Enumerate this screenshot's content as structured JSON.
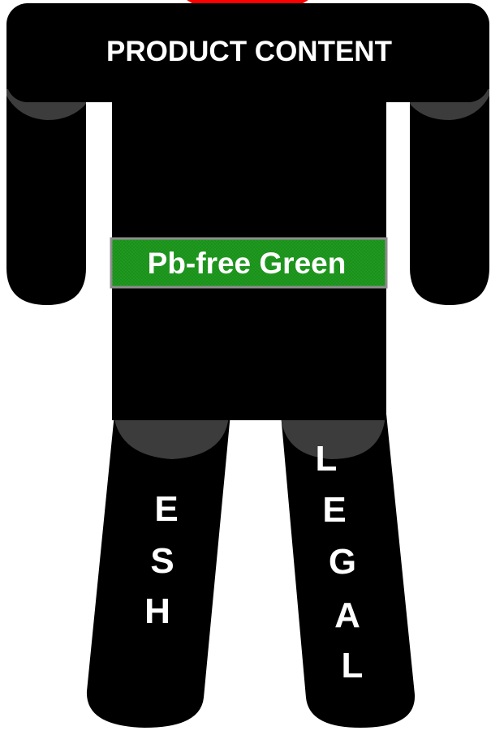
{
  "figure": {
    "shoulders_label": "PRODUCT CONTENT",
    "belt_label": "Pb-free Green",
    "left_leg_label": [
      "E",
      "S",
      "H"
    ],
    "right_leg_label": [
      "L",
      "E",
      "G",
      "A",
      "L"
    ]
  },
  "colors": {
    "body": "#000000",
    "head": "#ff0000",
    "belt": "#1f9a1f",
    "belt_border": "#8c8c8c",
    "joint_shade": "#3c3c3c",
    "text": "#ffffff"
  }
}
